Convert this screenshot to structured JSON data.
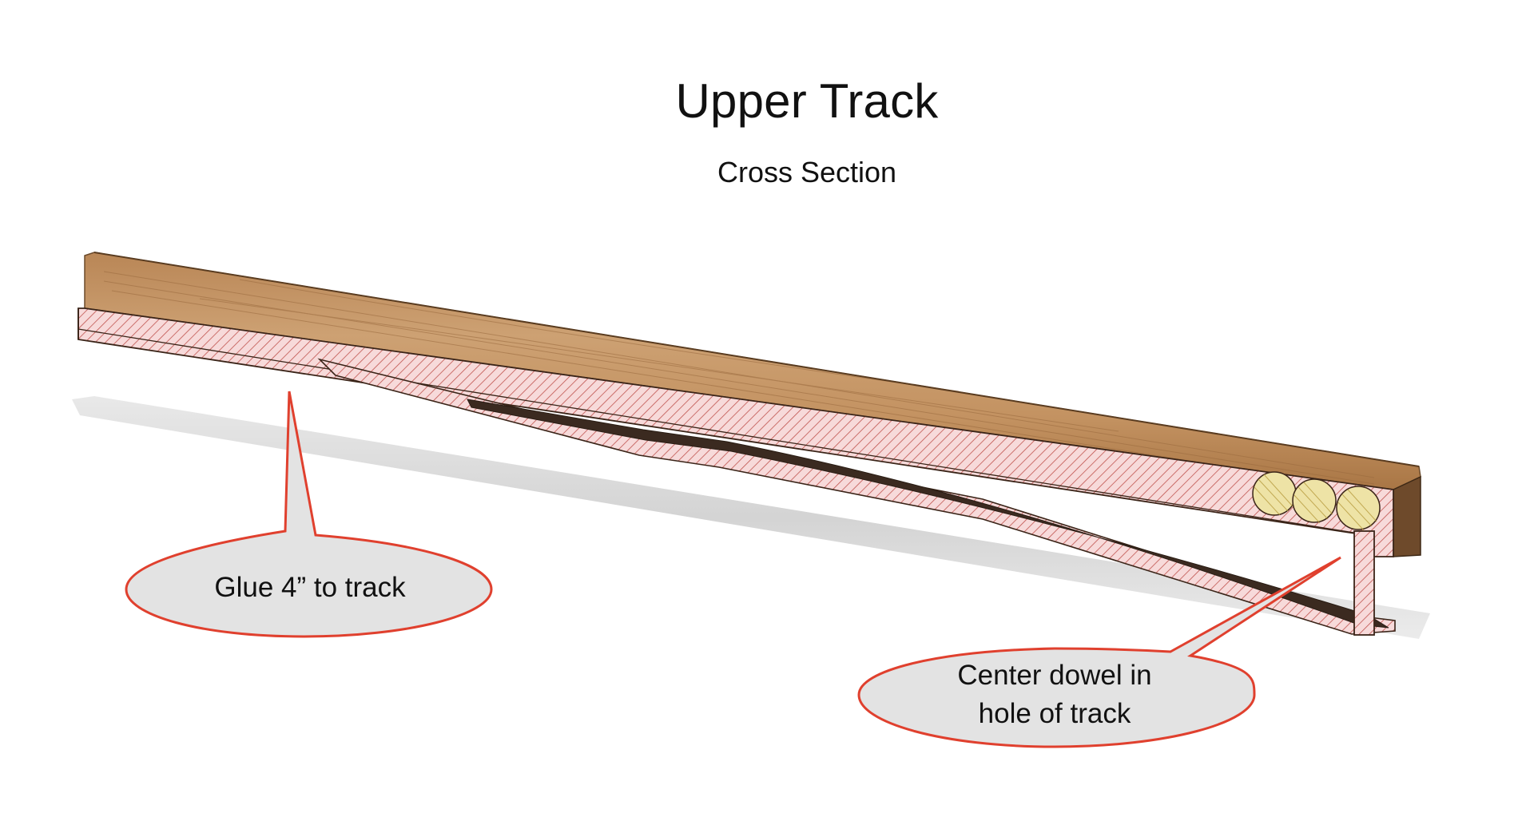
{
  "diagram": {
    "title": "Upper Track",
    "subtitle": "Cross Section"
  },
  "callouts": [
    {
      "id": "glue",
      "text": "Glue 4” to track"
    },
    {
      "id": "dowel",
      "text_line1": "Center dowel in",
      "text_line2": "hole of track"
    }
  ],
  "colors": {
    "wood_light": "#c89a6a",
    "wood_dark": "#8a5c34",
    "section_fill": "#f7dada",
    "hatch": "#c0544f",
    "shim_dark": "#3b2a20",
    "shadow": "#d4d4d4",
    "dowel_fill": "#eee3a6",
    "callout_fill": "#e3e3e3",
    "callout_stroke": "#e0402e"
  }
}
